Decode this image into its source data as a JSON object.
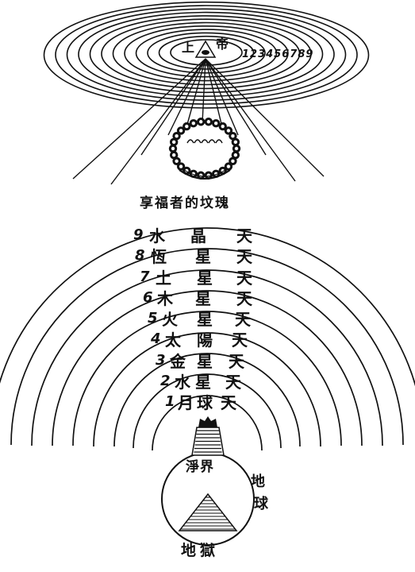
{
  "top": {
    "left_char": "上",
    "right_char": "帝",
    "numbers": "123456789"
  },
  "blessed_label": "享福者的坟瑰",
  "heavens": [
    {
      "num": "9",
      "name": "水",
      "mid": "晶",
      "end": "天"
    },
    {
      "num": "8",
      "name": "恆",
      "mid": "星",
      "end": "天"
    },
    {
      "num": "7",
      "name": "土",
      "mid": "星",
      "end": "天"
    },
    {
      "num": "6",
      "name": "木",
      "mid": "星",
      "end": "天"
    },
    {
      "num": "5",
      "name": "火",
      "mid": "星",
      "end": "天"
    },
    {
      "num": "4",
      "name": "太",
      "mid": "陽",
      "end": "天"
    },
    {
      "num": "3",
      "name": "金",
      "mid": "星",
      "end": "天"
    },
    {
      "num": "2",
      "name": "水",
      "mid": "星",
      "end": "天"
    },
    {
      "num": "1",
      "name": "月",
      "mid": "球",
      "end": "天"
    }
  ],
  "earth": {
    "purgatory": "淨界",
    "earth_label_1": "地",
    "earth_label_2": "球",
    "hell": "地獄"
  }
}
